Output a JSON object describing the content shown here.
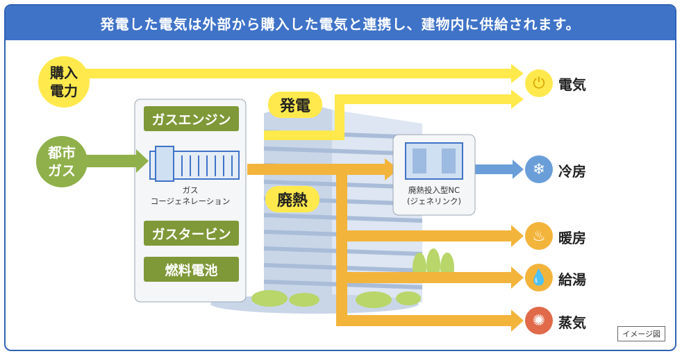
{
  "title": "発電した電気は外部から購入した電気と連携し、建物内に供給されます。",
  "inputs": {
    "purchased_power": [
      "購入",
      "電力"
    ],
    "city_gas": [
      "都市",
      "ガス"
    ]
  },
  "tags": {
    "power_generation": "発電",
    "waste_heat": "廃熱"
  },
  "generators": {
    "gas_engine": "ガスエンジン",
    "cogeneration_line1": "ガス",
    "cogeneration_line2": "コージェネレーション",
    "gas_turbine": "ガスタービン",
    "fuel_cell": "燃料電池"
  },
  "absorber": {
    "line1": "廃熱投入型NC",
    "line2": "(ジェネリンク)"
  },
  "outputs": {
    "electricity": "電気",
    "cooling": "冷房",
    "heating": "暖房",
    "hot_water": "給湯",
    "steam": "蒸気"
  },
  "note": "イメージ図",
  "colors": {
    "header": "#3f73c8",
    "yellow": "#ffe94d",
    "orange": "#f3b43c",
    "green": "#8fb04a",
    "blue": "#6a9ed8",
    "red": "#e06a4a"
  }
}
